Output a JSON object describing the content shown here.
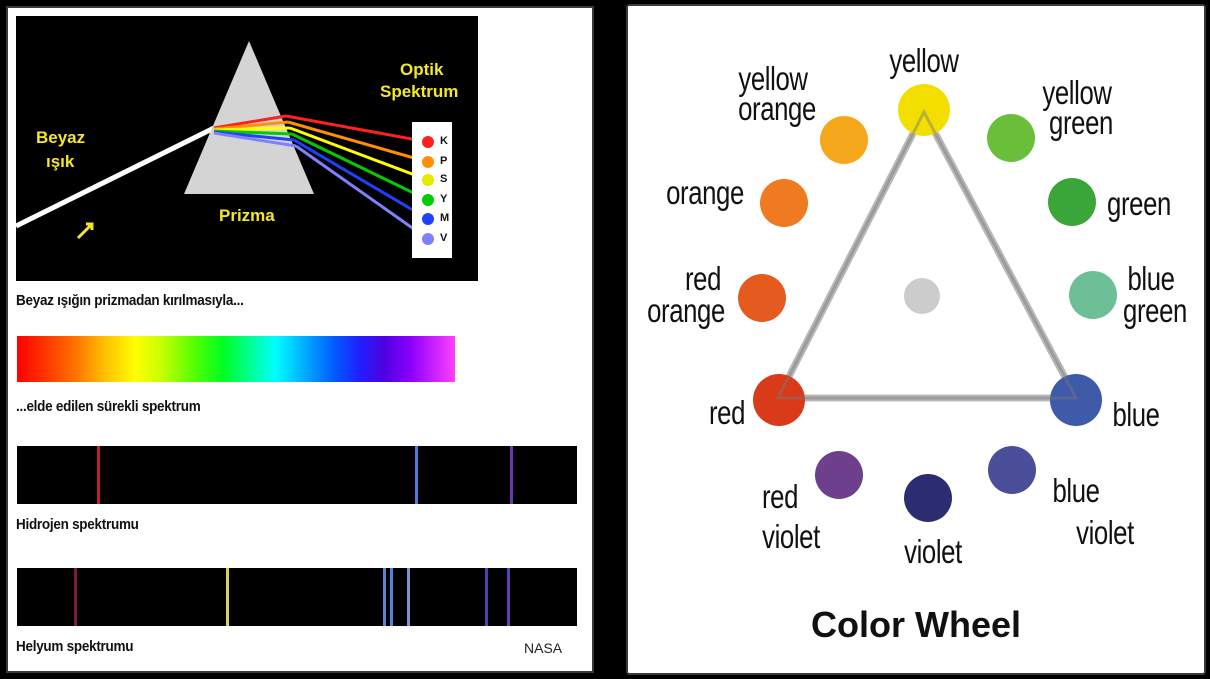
{
  "prism_panel": {
    "white_light_label_1": "Beyaz",
    "white_light_label_2": "ışık",
    "prism_label": "Prizma",
    "optic_label_1": "Optik",
    "optic_label_2": "Spektrum",
    "color_letters": [
      "K",
      "P",
      "S",
      "Y",
      "M",
      "V"
    ],
    "caption_prism": "Beyaz ışığın prizmadan kırılmasıyla...",
    "caption_continuous": "...elde edilen sürekli spektrum",
    "caption_hydrogen": "Hidrojen spektrumu",
    "caption_helium": "Helyum spektrumu",
    "credit": "NASA"
  },
  "color_wheel": {
    "title": "Color Wheel",
    "colors": {
      "yellow": "#f2df00",
      "yellow_orange": "#f6a81c",
      "orange": "#f07a20",
      "red_orange": "#e55a1e",
      "red": "#d93b1a",
      "red_violet": "#6e3f8c",
      "violet": "#2c2d70",
      "blue_violet": "#4b4f9a",
      "blue": "#3f5aa8",
      "blue_green": "#6cbf96",
      "green": "#3aa63a",
      "yellow_green": "#6abf3a",
      "center": "#cccccc"
    },
    "labels": {
      "yellow": "yellow",
      "yellow_orange_1": "yellow",
      "yellow_orange_2": "orange",
      "yellow_green_1": "yellow",
      "yellow_green_2": "green",
      "orange": "orange",
      "green": "green",
      "red_orange_1": "red",
      "red_orange_2": "orange",
      "blue_green_1": "blue",
      "blue_green_2": "green",
      "red": "red",
      "blue": "blue",
      "red_violet_1": "red",
      "red_violet_2": "violet",
      "violet": "violet",
      "blue_violet_1": "blue",
      "blue_violet_2": "violet"
    }
  }
}
